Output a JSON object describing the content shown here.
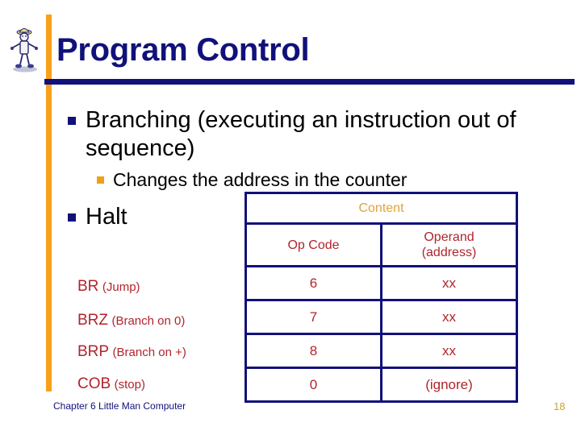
{
  "slide": {
    "title": "Program Control",
    "logo_icon": "little-man-stick-figure-icon"
  },
  "bullets": {
    "level1_branching": "Branching (executing an instruction out of sequence)",
    "level2_changes": "Changes the address in the counter",
    "level1_halt": "Halt"
  },
  "instructions": [
    {
      "mnemonic": "BR",
      "description": "(Jump)"
    },
    {
      "mnemonic": "BRZ",
      "description": "(Branch on 0)"
    },
    {
      "mnemonic": "BRP",
      "description": "(Branch on +)"
    },
    {
      "mnemonic": "COB",
      "description": "(stop)"
    }
  ],
  "table": {
    "span_header": "Content",
    "columns": [
      "Op Code",
      "Operand (address)"
    ],
    "column_headers": [
      {
        "line1": "Op Code",
        "line2": ""
      },
      {
        "line1": "Operand",
        "line2": "(address)"
      }
    ],
    "rows": [
      {
        "op_code": "6",
        "operand": "xx"
      },
      {
        "op_code": "7",
        "operand": "xx"
      },
      {
        "op_code": "8",
        "operand": "xx"
      },
      {
        "op_code": "0",
        "operand": "(ignore)"
      }
    ]
  },
  "footer": {
    "text": "Chapter 6 Little Man Computer",
    "page_number": "18"
  },
  "colors": {
    "title_navy": "#11117A",
    "accent_orange": "#F8A01C",
    "table_red": "#B0242C",
    "header_gold": "#E0A33A",
    "body_black": "#000000"
  }
}
